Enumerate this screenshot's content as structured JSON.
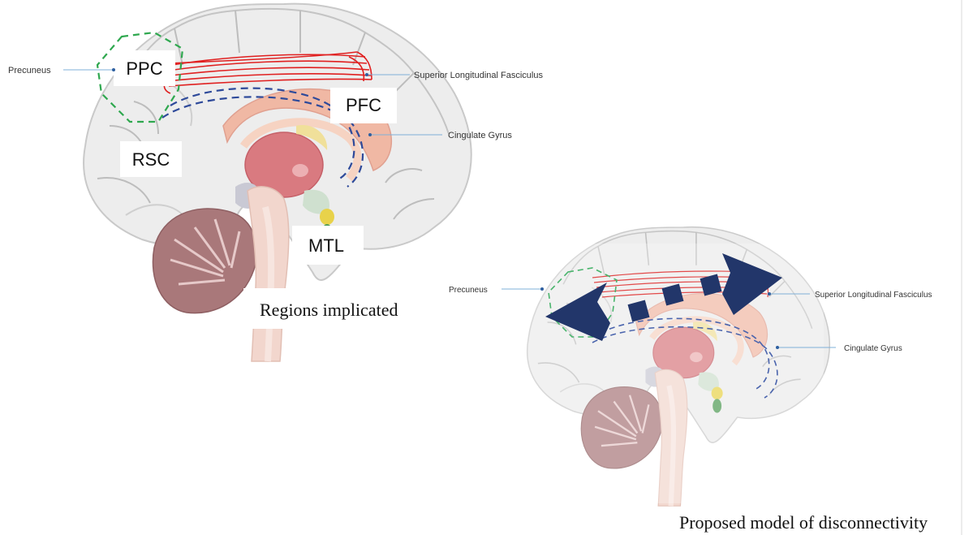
{
  "panel_left": {
    "labels": {
      "precuneus": "Precuneus",
      "slf": "Superior Longitudinal Fasciculus",
      "cingulate": "Cingulate Gyrus"
    },
    "regions": {
      "ppc": "PPC",
      "pfc": "PFC",
      "rsc": "RSC",
      "mtl": "MTL"
    },
    "caption": "Regions implicated"
  },
  "panel_right": {
    "labels": {
      "precuneus": "Precuneus",
      "slf": "Superior Longitudinal Fasciculus",
      "cingulate": "Cingulate Gyrus"
    },
    "caption": "Proposed model of disconnectivity"
  },
  "colors": {
    "cortex": "#ededed",
    "gyrus_line": "#b9b9b9",
    "corpus_callosum": "#f0b8a4",
    "thalamus": "#d97a80",
    "cerebellum": "#a9787a",
    "brainstem": "#f2d6cd",
    "tract_red": "#e02020",
    "cingulate_blue": "#2e4a9a",
    "precuneus_green": "#2fa84f",
    "arrow_navy": "#22366a",
    "amygdala": "#e8d24a",
    "hippocampus": "#4f9a55"
  }
}
